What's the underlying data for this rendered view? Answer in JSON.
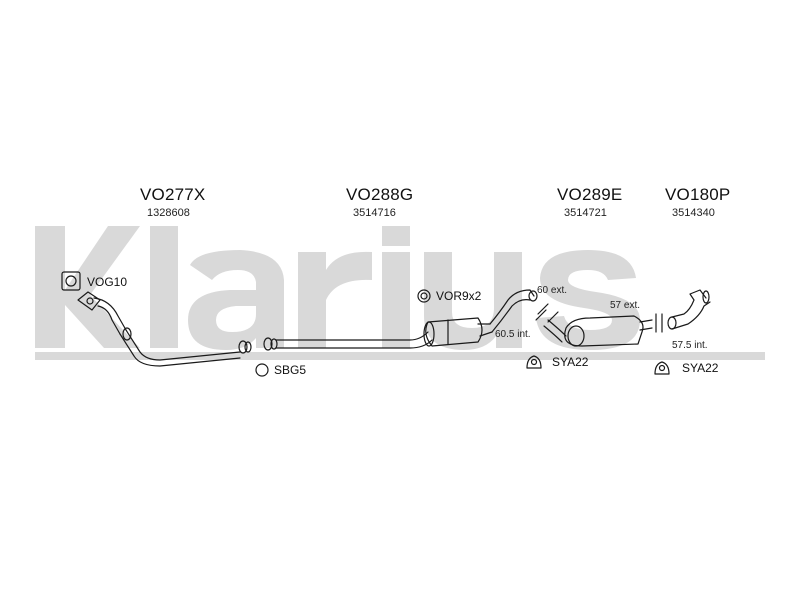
{
  "watermark": {
    "text": "Klarius",
    "color": "#d9d9d9"
  },
  "parts": [
    {
      "code": "VO277X",
      "ref": "1328608"
    },
    {
      "code": "VO288G",
      "ref": "3514716"
    },
    {
      "code": "VO289E",
      "ref": "3514721"
    },
    {
      "code": "VO180P",
      "ref": "3514340"
    }
  ],
  "accessories": {
    "vog10": "VOG10",
    "vor9x2": "VOR9x2",
    "sbg5": "SBG5",
    "sya22_a": "SYA22",
    "sya22_b": "SYA22"
  },
  "measurements": {
    "m60ext": "60 ext.",
    "m60int": "60.5 int.",
    "m57ext": "57 ext.",
    "m57int": "57.5 int."
  },
  "colors": {
    "line": "#1a1a1a",
    "watermark": "#d9d9d9"
  }
}
